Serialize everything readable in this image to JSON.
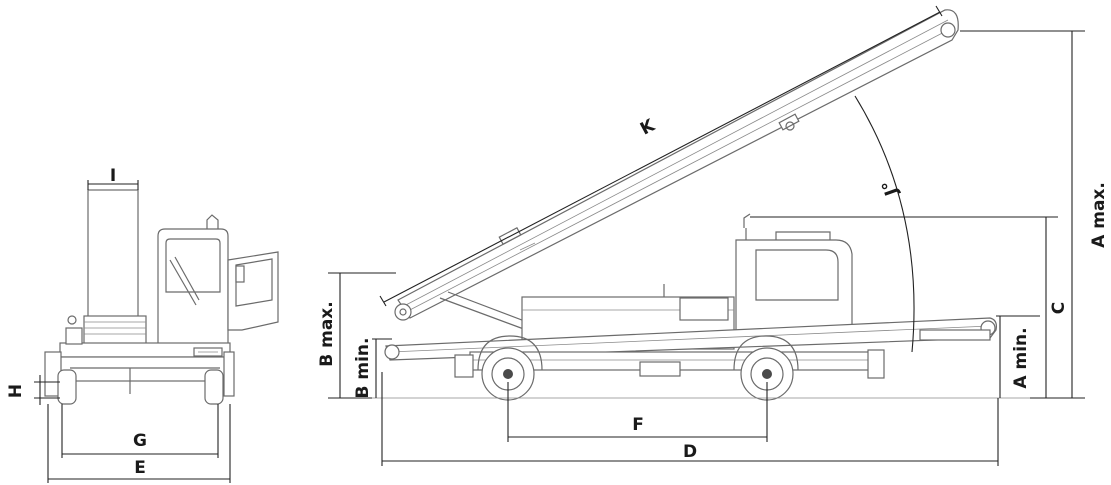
{
  "labels": {
    "A_max": "A max.",
    "A_min": "A min.",
    "B_max": "B max.",
    "B_min": "B min.",
    "C": "C",
    "D": "D",
    "E": "E",
    "F": "F",
    "G": "G",
    "H": "H",
    "I": "I",
    "J": "J°",
    "K": "K"
  }
}
